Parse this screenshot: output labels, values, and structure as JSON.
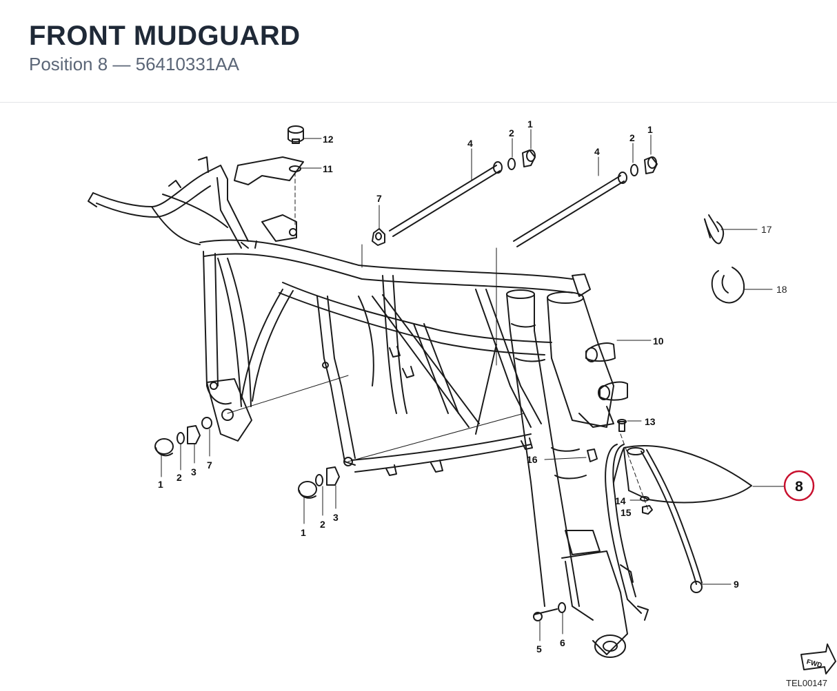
{
  "header": {
    "title": "FRONT MUDGUARD",
    "subtitle": "Position 8 — 56410331AA"
  },
  "highlight": {
    "position": "8",
    "color": "#c8102e"
  },
  "callouts": {
    "c1a": "1",
    "c2a": "2",
    "c3a": "3",
    "c7a": "7",
    "c1b": "1",
    "c2b": "2",
    "c3b": "3",
    "c12": "12",
    "c11": "11",
    "c4a": "4",
    "c2c": "2",
    "c1c": "1",
    "c7b": "7",
    "c4b": "4",
    "c2d": "2",
    "c1d": "1",
    "c17": "17",
    "c18": "18",
    "c10": "10",
    "c13": "13",
    "c16": "16",
    "c14": "14",
    "c15": "15",
    "c9": "9",
    "c5": "5",
    "c6": "6"
  },
  "badges": {
    "fwd": "FWD"
  },
  "drawing_id": "TEL00147"
}
